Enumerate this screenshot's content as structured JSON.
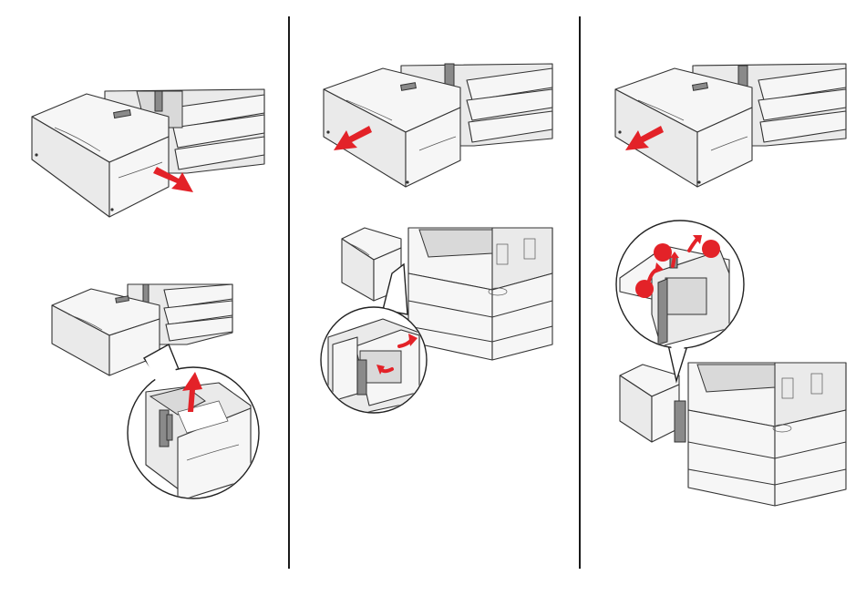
{
  "page": {
    "background": "#ffffff"
  },
  "colors": {
    "arrow_accent": "#e32228",
    "line_art": "#333333",
    "divider": "#1a1a1a"
  },
  "panels": [
    {
      "id": "panel-1",
      "steps": [
        "tray-pull-out",
        "remove-jammed-paper-callout"
      ]
    },
    {
      "id": "panel-2",
      "steps": [
        "tray-pull-out",
        "open-side-door-callout"
      ]
    },
    {
      "id": "panel-3",
      "steps": [
        "tray-pull-out",
        "release-latches-callout"
      ]
    }
  ],
  "callout_markers": [
    "red-dot",
    "red-dot",
    "red-dot"
  ]
}
